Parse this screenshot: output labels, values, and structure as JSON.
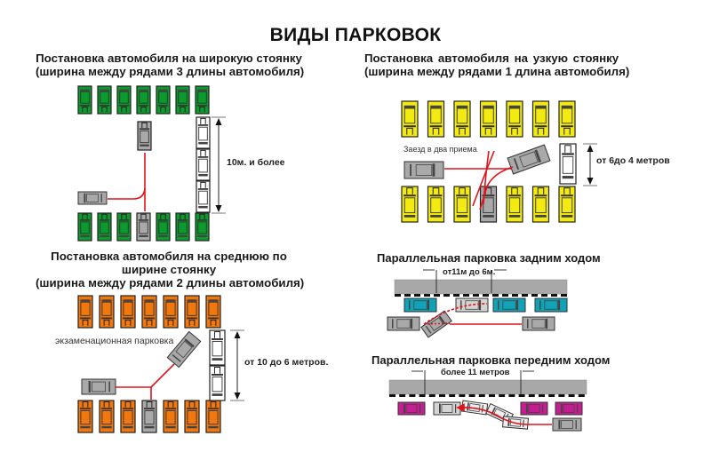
{
  "title": "ВИДЫ ПАРКОВОК",
  "colors": {
    "wide_car": "#0b9a2c",
    "narrow_car": "#f2ea10",
    "medium_car": "#f2780e",
    "parallel_reverse_car": "#11a2b8",
    "parallel_forward_car": "#c51e93",
    "maneuver_car": "#a9a9a9",
    "path_line": "#e0141b",
    "curb": "#a8a8a8"
  },
  "panels": {
    "wide": {
      "caption_line1": "Постановка автомобиля на широкую стоянку",
      "caption_line2": "(ширина между рядами 3 длины автомобиля)",
      "dimension": "10м. и более",
      "cars_per_row": 7,
      "side_cars": 3
    },
    "narrow": {
      "caption_line1": "Постановка  автомобиля  на  узкую  стоянку",
      "caption_line2": "(ширина между рядами 1 длина автомобиля)",
      "note": "Заезд в два приема",
      "dimension": "от 6до 4 метров",
      "cars_per_row": 7,
      "side_cars": 1
    },
    "medium": {
      "caption_line1": "Постановка автомобиля на среднюю по",
      "caption_line2": "ширине стоянку",
      "caption_line3": "(ширина между рядами 2 длины автомобиля)",
      "note": "экзаменационная парковка",
      "dimension": "от 10 до 6 метров.",
      "cars_per_row": 7,
      "side_cars": 2
    },
    "parallel_reverse": {
      "caption": "Параллельная парковка задним ходом",
      "dimension": "от11м до 6м."
    },
    "parallel_forward": {
      "caption": "Параллельная парковка передним ходом",
      "dimension": "более 11 метров"
    }
  }
}
